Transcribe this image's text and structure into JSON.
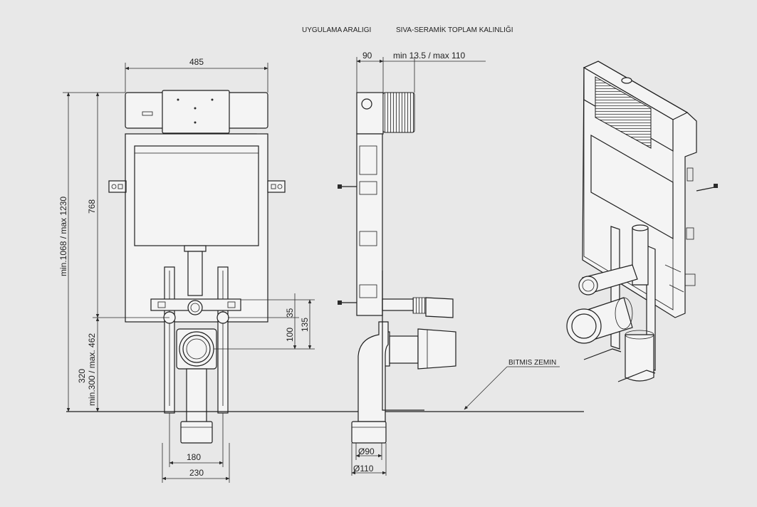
{
  "header": {
    "label_application_range": "UYGULAMA ARALIGI",
    "label_total_thickness": "SIVA-SERAMİK TOPLAM KALINLIĞI"
  },
  "front_view": {
    "width_top": "485",
    "height_total": "min.1068 / max 1230",
    "height_frame": "768",
    "height_bottom": "320",
    "height_bottom_range": "min.300 / max. 462",
    "dim_35": "35",
    "dim_100": "100",
    "dim_135": "135",
    "width_180": "180",
    "width_230": "230"
  },
  "side_view": {
    "depth": "90",
    "finish_thickness": "min 13.5 / max 110",
    "diameter_90": "Ø90",
    "diameter_110": "Ø110",
    "floor_label": "BITMIS ZEMIN"
  },
  "colors": {
    "background": "#e8e8e8",
    "line": "#1e1e1e",
    "panel": "#f4f4f4"
  }
}
